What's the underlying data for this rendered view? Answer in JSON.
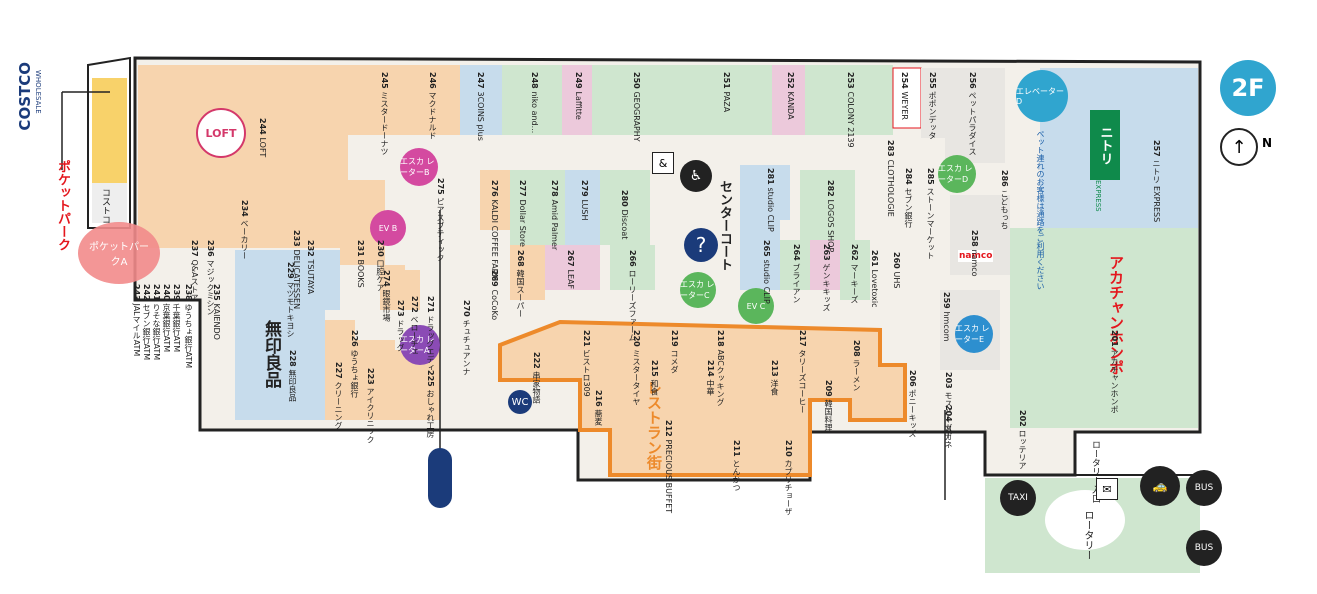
{
  "floor": "2F",
  "compass": "N",
  "brand": "COSTCO",
  "brand_sub": "WHOLESALE",
  "pocket_park": "ポケットパーク",
  "pocket_park_a": "ポケットパークA",
  "costco_shop": "コストコ",
  "center_court": "センターコート",
  "nitori": "ニトリ",
  "nitori_sub": "EXPRESS",
  "akachan": "アカチャンホンポ",
  "muji": "無印良品",
  "namco": "namco",
  "restaurant_street": "レストラン街",
  "roundabout": "ロータリー",
  "rotary_arrival": "ロータリー入口",
  "escalator_labels": [
    "エスカ\nレーターB",
    "エスカ\nレーターA",
    "エスカ\nレーターC",
    "エスカ\nレーターD",
    "エスカ\nレーターE"
  ],
  "pet_notice": "ペット連れのお客様は通路をご利用ください",
  "elevator_D": "エレベーターD",
  "stores": [
    {
      "num": "244",
      "name": "LOFT"
    },
    {
      "num": "245",
      "name": "ミスタードーナツ"
    },
    {
      "num": "246",
      "name": "マクドナルド"
    },
    {
      "num": "247",
      "name": "3COINS plus"
    },
    {
      "num": "248",
      "name": "niko and..."
    },
    {
      "num": "249",
      "name": "Laffitte"
    },
    {
      "num": "250",
      "name": "GEOGRAPHY"
    },
    {
      "num": "251",
      "name": "PAZA"
    },
    {
      "num": "252",
      "name": "KANDA"
    },
    {
      "num": "253",
      "name": "COLONY 2139"
    },
    {
      "num": "254",
      "name": "WEYER"
    },
    {
      "num": "255",
      "name": "ポポンデッタ"
    },
    {
      "num": "256",
      "name": "ペットパラダイス"
    },
    {
      "num": "257",
      "name": "ニトリ EXPRESS"
    },
    {
      "num": "258",
      "name": "namco"
    },
    {
      "num": "259",
      "name": "hmcom"
    },
    {
      "num": "260",
      "name": "UHS"
    },
    {
      "num": "261",
      "name": "Lovetoxic"
    },
    {
      "num": "262",
      "name": "マーキーズ"
    },
    {
      "num": "263",
      "name": "ゲンキキッズ"
    },
    {
      "num": "264",
      "name": "ブライアン"
    },
    {
      "num": "265",
      "name": "studio CLIP"
    },
    {
      "num": "266",
      "name": "ローリーズファーム"
    },
    {
      "num": "267",
      "name": "LEAF"
    },
    {
      "num": "268",
      "name": "韓国スーパー"
    },
    {
      "num": "269",
      "name": "CoCoKo"
    },
    {
      "num": "270",
      "name": "チュチュアンナ"
    },
    {
      "num": "271",
      "name": "ドラッグエディ"
    },
    {
      "num": "272",
      "name": "ベローチェ"
    },
    {
      "num": "273",
      "name": "ドラッグ"
    },
    {
      "num": "274",
      "name": "眼鏡市場"
    },
    {
      "num": "275",
      "name": "ピアスブティック"
    },
    {
      "num": "276",
      "name": "KALDI COFFEE FARM"
    },
    {
      "num": "277",
      "name": "Dollar Store"
    },
    {
      "num": "278",
      "name": "Amid Palmer"
    },
    {
      "num": "279",
      "name": "LUSH"
    },
    {
      "num": "280",
      "name": "Discoat"
    },
    {
      "num": "281",
      "name": "studio CLIP"
    },
    {
      "num": "282",
      "name": "LOGOS SHOP"
    },
    {
      "num": "283",
      "name": "CLOTHOLOGIE"
    },
    {
      "num": "284",
      "name": "セブン銀行"
    },
    {
      "num": "285",
      "name": "ストーンマーケット"
    },
    {
      "num": "286",
      "name": "こどもっち"
    },
    {
      "num": "201",
      "name": "アカチャンホンポ"
    },
    {
      "num": "202",
      "name": "ロッテリア"
    },
    {
      "num": "203",
      "name": "モスバーガー"
    },
    {
      "num": "204",
      "name": "メガネ"
    },
    {
      "num": "206",
      "name": "ポニーキッズ"
    },
    {
      "num": "208",
      "name": "ラーメン"
    },
    {
      "num": "209",
      "name": "韓国料理"
    },
    {
      "num": "210",
      "name": "カプリチョーザ"
    },
    {
      "num": "211",
      "name": "とんかつ"
    },
    {
      "num": "212",
      "name": "PRECIOUS BUFFET"
    },
    {
      "num": "213",
      "name": "洋食"
    },
    {
      "num": "214",
      "name": "中華"
    },
    {
      "num": "215",
      "name": "和食"
    },
    {
      "num": "216",
      "name": "蕎麦"
    },
    {
      "num": "217",
      "name": "タリーズコーヒー"
    },
    {
      "num": "218",
      "name": "ABCクッキング"
    },
    {
      "num": "219",
      "name": "コメダ"
    },
    {
      "num": "220",
      "name": "ミスタータイヤ"
    },
    {
      "num": "221",
      "name": "ビストロ309"
    },
    {
      "num": "222",
      "name": "串家物語"
    },
    {
      "num": "223",
      "name": "アイクリニック"
    },
    {
      "num": "225",
      "name": "おしゃれ工房"
    },
    {
      "num": "226",
      "name": "ゆうちょ銀行"
    },
    {
      "num": "227",
      "name": "クリーニング"
    },
    {
      "num": "228",
      "name": "無印良品"
    },
    {
      "num": "229",
      "name": "マツモトキヨシ"
    },
    {
      "num": "230",
      "name": "口腔ケア"
    },
    {
      "num": "231",
      "name": "BOOKS"
    },
    {
      "num": "232",
      "name": "TSUTAYA"
    },
    {
      "num": "233",
      "name": "DELICATESSEN"
    },
    {
      "num": "234",
      "name": "ベーカリー"
    },
    {
      "num": "235",
      "name": "KAIENDO"
    },
    {
      "num": "236",
      "name": "マジックミシン"
    },
    {
      "num": "237",
      "name": "Q&Aストア"
    },
    {
      "num": "238",
      "name": "ゆうちょ銀行ATM"
    },
    {
      "num": "239",
      "name": "千葉銀行ATM"
    },
    {
      "num": "240",
      "name": "京葉銀行ATM"
    },
    {
      "num": "241",
      "name": "りそな銀行ATM"
    },
    {
      "num": "242",
      "name": "セブン銀行ATM"
    },
    {
      "num": "243",
      "name": "JALマイルATM"
    }
  ],
  "colors": {
    "shop_orange": "#f7d4ae",
    "shop_blue": "#c7dcec",
    "shop_green": "#cfe6cf",
    "shop_pink": "#ecc9db",
    "restaurant_border": "#ed8a2b",
    "escalator_pink": "#d44aa0",
    "escalator_purple": "#8b4bb5",
    "escalator_green": "#5bb65c",
    "escalator_blue": "#2d8fcf",
    "floor_badge": "#30a5cf",
    "nitori_green": "#0f8a4b",
    "red_text": "#e4161d",
    "pocket_park": "#f28b8b"
  }
}
